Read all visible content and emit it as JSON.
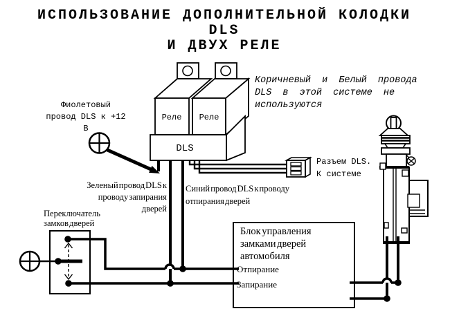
{
  "title": {
    "line1": "ИСПОЛЬЗОВАНИЕ ДОПОЛНИТЕЛЬНОЙ КОЛОДКИ",
    "line2": "DLS",
    "line3": "И ДВУХ РЕЛЕ"
  },
  "note_brown_white": {
    "line1": "Коричневый и Белый провода",
    "line2": "DLS в этой системе не",
    "line3": "используются"
  },
  "violet_label": {
    "line1": "Фиолетовый",
    "line2": "провод DLS к +12",
    "line3": "В"
  },
  "relays": {
    "relay1": "Реле",
    "relay2": "Реле",
    "base": "DLS"
  },
  "connector_label": {
    "line1": "Разъем DLS.",
    "line2": "К системе"
  },
  "green_label": {
    "line1": "Зеленый провод DLS к",
    "line2": "проводу запирания",
    "line3": "дверей"
  },
  "blue_label": {
    "line1": "Синий провод DLS к проводу",
    "line2": "отпирания дверей"
  },
  "switch_label": {
    "line1": "Переключатель",
    "line2": "замков дверей"
  },
  "control_unit": {
    "line1": "Блок управления",
    "line2": "замками дверей",
    "line3": "автомобиля",
    "unlock": "Отпирание",
    "lock": "Запирание"
  },
  "colors": {
    "ink": "#000000",
    "paper": "#ffffff"
  }
}
